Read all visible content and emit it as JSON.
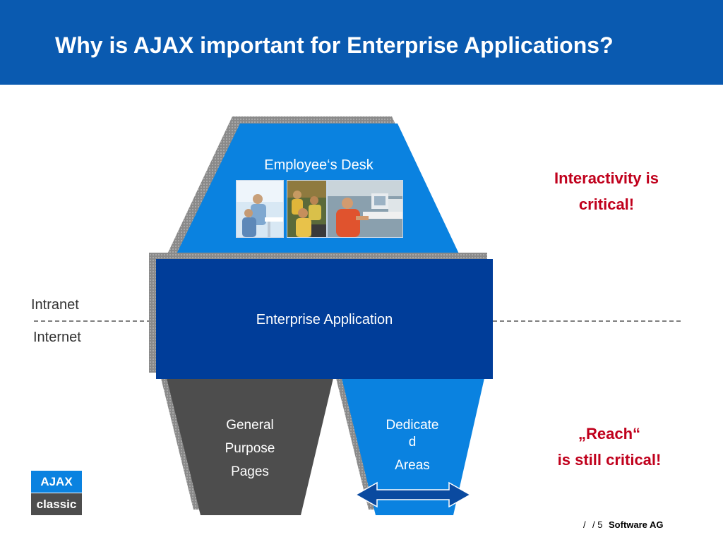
{
  "slide": {
    "title": "Why is AJAX important for Enterprise Applications?"
  },
  "diagram": {
    "top_label": "Employee‘s Desk",
    "photos": [
      "team-photo-icon",
      "meeting-photo-icon",
      "workstation-photo-icon"
    ],
    "center_label": "Enterprise Application",
    "left_bottom_lines": [
      "General",
      "Purpose",
      "Pages"
    ],
    "right_bottom_lines": [
      "Dedicate",
      "d",
      "Areas"
    ],
    "intranet_label": "Intranet",
    "internet_label": "Internet"
  },
  "notes": {
    "top_line1": "Interactivity is",
    "top_line2": "critical!",
    "bottom_line1": "„Reach“",
    "bottom_line2": "is still critical!"
  },
  "legend": {
    "ajax": "AJAX",
    "classic": "classic"
  },
  "footer": {
    "slash1": "/",
    "page": "/ 5",
    "company": "Software AG"
  },
  "colors": {
    "header_blue": "#0a5ab0",
    "light_blue": "#0a82e0",
    "dark_blue": "#003d99",
    "dark_gray": "#4d4d4d",
    "note_red": "#c0001c"
  }
}
